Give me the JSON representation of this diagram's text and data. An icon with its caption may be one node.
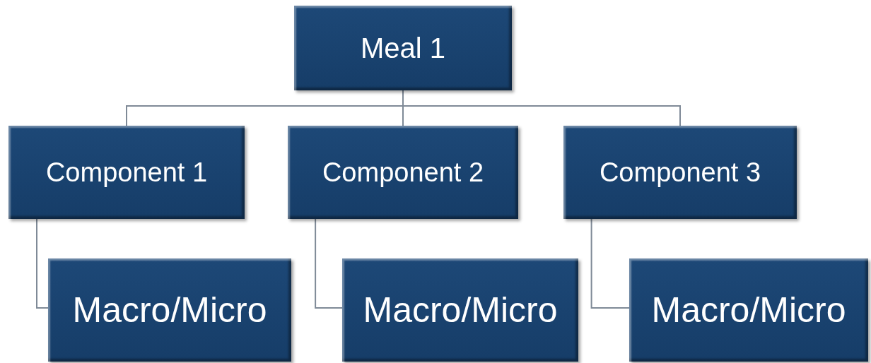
{
  "diagram": {
    "nodes": [
      {
        "text": [
          "Meal 1"
        ]
      },
      {
        "text": [
          "Component 1"
        ]
      },
      {
        "text": [
          "Component 2"
        ]
      },
      {
        "text": [
          "Component 3"
        ]
      },
      {
        "text": [
          "Macro/Micro"
        ]
      },
      {
        "text": [
          "Macro/Micro"
        ]
      },
      {
        "text": [
          "Macro/Micro"
        ]
      }
    ],
    "edges": [
      {
        "from": 0,
        "to": 1,
        "arrow": "none"
      },
      {
        "from": 0,
        "to": 2,
        "arrow": "none"
      },
      {
        "from": 0,
        "to": 3,
        "arrow": "none"
      },
      {
        "from": 1,
        "to": 4,
        "arrow": "none"
      },
      {
        "from": 2,
        "to": 5,
        "arrow": "none"
      },
      {
        "from": 3,
        "to": 6,
        "arrow": "none"
      }
    ]
  }
}
